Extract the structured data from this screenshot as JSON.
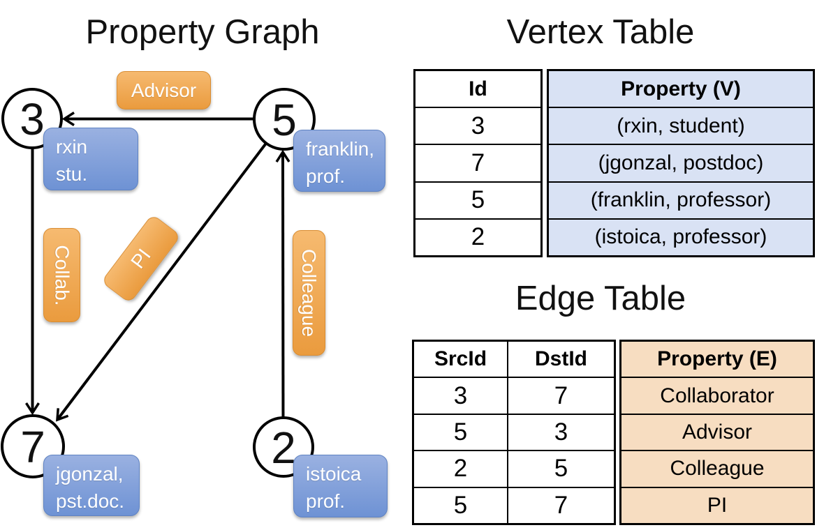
{
  "graph": {
    "title": "Property Graph",
    "nodes": [
      {
        "id": "3",
        "label_lines": [
          "rxin",
          "stu."
        ]
      },
      {
        "id": "5",
        "label_lines": [
          "franklin,",
          "prof."
        ]
      },
      {
        "id": "7",
        "label_lines": [
          "jgonzal,",
          "pst.doc."
        ]
      },
      {
        "id": "2",
        "label_lines": [
          "istoica",
          "prof."
        ]
      }
    ],
    "edges": [
      {
        "from": "5",
        "to": "3",
        "label": "Advisor"
      },
      {
        "from": "3",
        "to": "7",
        "label": "Collab."
      },
      {
        "from": "5",
        "to": "7",
        "label": "PI"
      },
      {
        "from": "2",
        "to": "5",
        "label": "Colleague"
      }
    ]
  },
  "vertex_table": {
    "title": "Vertex Table",
    "columns": [
      "Id",
      "Property (V)"
    ],
    "rows": [
      [
        "3",
        "(rxin, student)"
      ],
      [
        "7",
        "(jgonzal, postdoc)"
      ],
      [
        "5",
        "(franklin, professor)"
      ],
      [
        "2",
        "(istoica, professor)"
      ]
    ]
  },
  "edge_table": {
    "title": "Edge Table",
    "columns": [
      "SrcId",
      "DstId",
      "Property (E)"
    ],
    "rows": [
      [
        "3",
        "7",
        "Collaborator"
      ],
      [
        "5",
        "3",
        "Advisor"
      ],
      [
        "2",
        "5",
        "Colleague"
      ],
      [
        "5",
        "7",
        "PI"
      ]
    ]
  },
  "colors": {
    "node_box_top": "#9ab1e1",
    "node_box_bottom": "#6e92d4",
    "node_box_border": "#5e82c2",
    "edge_label_top": "#f6ba70",
    "edge_label_bottom": "#ea9b3e",
    "edge_label_border": "#d98c31",
    "vertex_property_bg": "#d9e2f4",
    "edge_property_bg": "#f7ddc1",
    "line": "#000000"
  }
}
